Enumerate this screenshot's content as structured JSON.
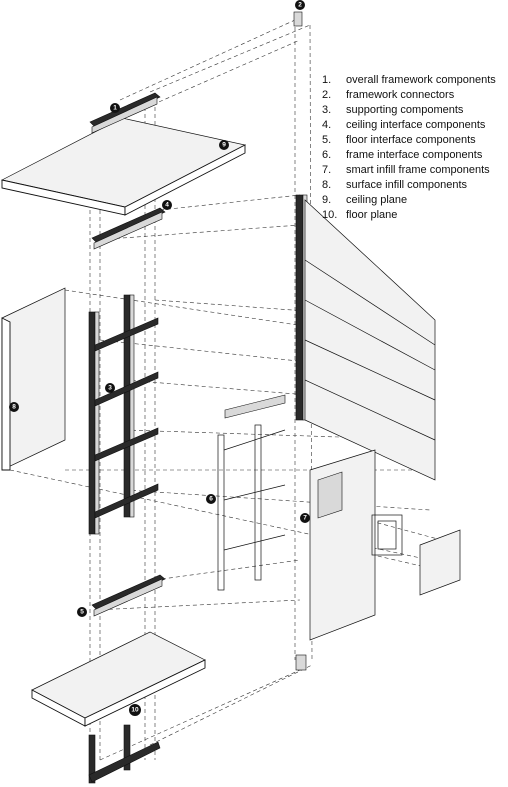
{
  "legend": {
    "items": [
      {
        "number": "1.",
        "label": "overall framework components"
      },
      {
        "number": "2.",
        "label": "framework connectors"
      },
      {
        "number": "3.",
        "label": "supporting compoments"
      },
      {
        "number": "4.",
        "label": "ceiling interface components"
      },
      {
        "number": "5.",
        "label": "floor interface components"
      },
      {
        "number": "6.",
        "label": "frame interface components"
      },
      {
        "number": "7.",
        "label": "smart infill frame components"
      },
      {
        "number": "8.",
        "label": "surface infill components"
      },
      {
        "number": "9.",
        "label": "ceiling plane"
      },
      {
        "number": "10.",
        "label": "floor plane"
      }
    ]
  },
  "markers": [
    "1",
    "2",
    "3",
    "4",
    "5",
    "6",
    "7",
    "8",
    "9",
    "10"
  ]
}
